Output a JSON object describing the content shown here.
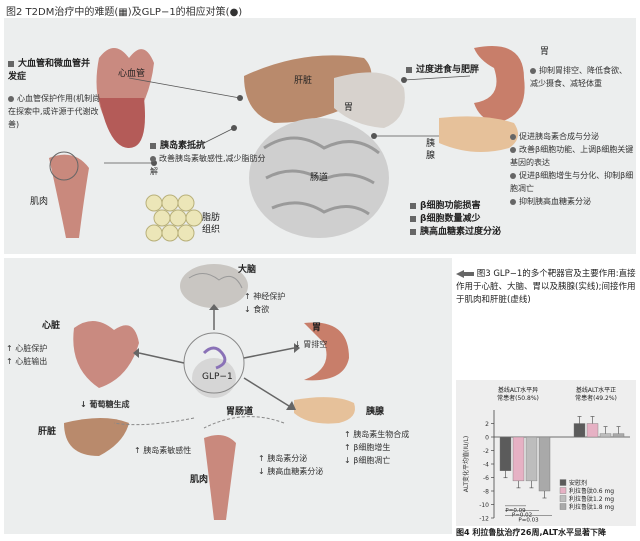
{
  "fig2": {
    "title": "图2  T2DM治疗中的难题(▦)及GLP−1的相应对策(●)",
    "labels": {
      "cardio_issue": "大血管和微血管并发症",
      "heart": "心血管",
      "liver": "肝脏",
      "stomach_lbl": "胃",
      "muscle": "肌肉",
      "insulin_res": "胰岛素抵抗",
      "fat": "脂肪组织",
      "gut": "肠道",
      "overeat": "过度进食与肥胖",
      "stomach": "胃",
      "pancreas": "胰腺",
      "beta_damage": "β细胞功能损害",
      "beta_reduce": "β细胞数量减少",
      "high_glucagon": "胰高血糖素过度分泌"
    },
    "bullets": {
      "cardio": "心血管保护作用(机制尚在探索中,或许源于代谢改善)",
      "insulin": "改善胰岛素敏感性,减少脂肪分解",
      "stomach": [
        "抑制胃排空、降低食欲、减少摄食、减轻体重"
      ],
      "pancreas": [
        "促进胰岛素合成与分泌",
        "改善β细胞功能、上调β细胞关键基因的表达",
        "促进β细胞增生与分化、抑制β细胞凋亡",
        "抑制胰高血糖素分泌"
      ]
    }
  },
  "fig3": {
    "caption": "图3  GLP−1的多个靶器官及主要作用:直接作用于心脏、大脑、胃以及胰腺(实线);间接作用于肌肉和肝脏(虚线)",
    "brain": "大脑",
    "brain_effects": [
      "↑ 神经保护",
      "↓ 食欲"
    ],
    "heart": "心脏",
    "heart_effects": [
      "↑ 心脏保护",
      "↑ 心脏输出"
    ],
    "stomach": "胃",
    "stomach_effects": [
      "↓ 胃排空"
    ],
    "glp1": "GLP−1",
    "gut": "胃肠道",
    "pancreas": "胰腺",
    "pancreas_effects": [
      "↑ 胰岛素生物合成",
      "↑ β细胞增生",
      "↓ β细胞凋亡"
    ],
    "liver": "肝脏",
    "liver_effect": "↓ 葡萄糖生成",
    "muscle": "肌肉",
    "muscle_effect": "↑ 胰岛素敏感性",
    "hormone_effects": [
      "↑ 胰岛素分泌",
      "↓ 胰高血糖素分泌"
    ]
  },
  "fig4": {
    "caption": "图4  利拉鲁肽治疗26周,ALT水平显著下降",
    "left_group": [
      "基线ALT水平异",
      "常患者(50.8%)"
    ],
    "right_group": [
      "基线ALT水平正",
      "常患者(49.2%)"
    ],
    "ylabel": "ALT变化平均值(IU/L)",
    "legend": [
      "安慰剂",
      "利拉鲁肽0.6 mg",
      "利拉鲁肽1.2 mg",
      "利拉鲁肽1.8 mg"
    ],
    "pvals": [
      "P=0.09",
      "P=0.02",
      "P=0.03"
    ],
    "colors": [
      "#5b5b5b",
      "#e6b1c4",
      "#bdbdbd",
      "#a9a9a9"
    ]
  },
  "chart_data": {
    "type": "bar",
    "categories": [
      "基线ALT水平异常患者(50.8%)",
      "基线ALT水平正常患者(49.2%)"
    ],
    "series": [
      {
        "name": "安慰剂",
        "values": [
          -5,
          2
        ]
      },
      {
        "name": "利拉鲁肽0.6 mg",
        "values": [
          -6.5,
          2
        ]
      },
      {
        "name": "利拉鲁肽1.2 mg",
        "values": [
          -6.5,
          0.5
        ]
      },
      {
        "name": "利拉鲁肽1.8 mg",
        "values": [
          -8,
          0.5
        ]
      }
    ],
    "ylabel": "ALT变化平均值(IU/L)",
    "ylim": [
      -12,
      4
    ],
    "yticks": [
      2,
      0,
      -2,
      -4,
      -6,
      -8,
      -10,
      -12
    ],
    "annotations": [
      "P=0.09",
      "P=0.02",
      "P=0.03"
    ]
  }
}
